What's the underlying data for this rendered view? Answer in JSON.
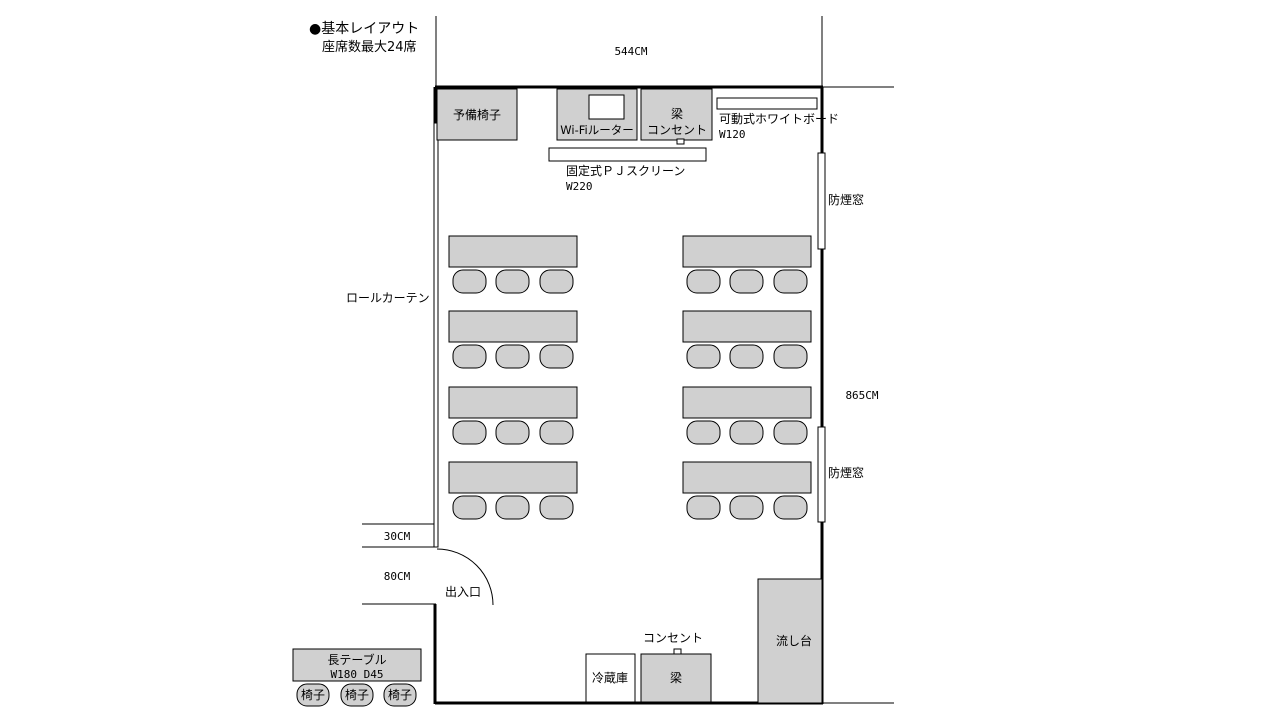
{
  "title": {
    "line1": "●基本レイアウト",
    "line2": "座席数最大24席"
  },
  "dimensions": {
    "width": "544CM",
    "height": "865CM",
    "gap": "30CM",
    "door": "80CM"
  },
  "fixtures": {
    "spare_chairs": "予備椅子",
    "wifi_router": "Wi-Fiルーター",
    "beam": "梁",
    "outlet": "コンセント",
    "whiteboard": "可動式ホワイトボード",
    "whiteboard_width": "W120",
    "screen": "固定式ＰＪスクリーン",
    "screen_width": "W220",
    "smoke_window": "防煙窓",
    "roll_curtain": "ロールカーテン",
    "entrance": "出入口",
    "fridge": "冷蔵庫",
    "sink": "流し台"
  },
  "legend": {
    "table_name": "長テーブル",
    "table_size": "W180 D45",
    "chair": "椅子"
  }
}
